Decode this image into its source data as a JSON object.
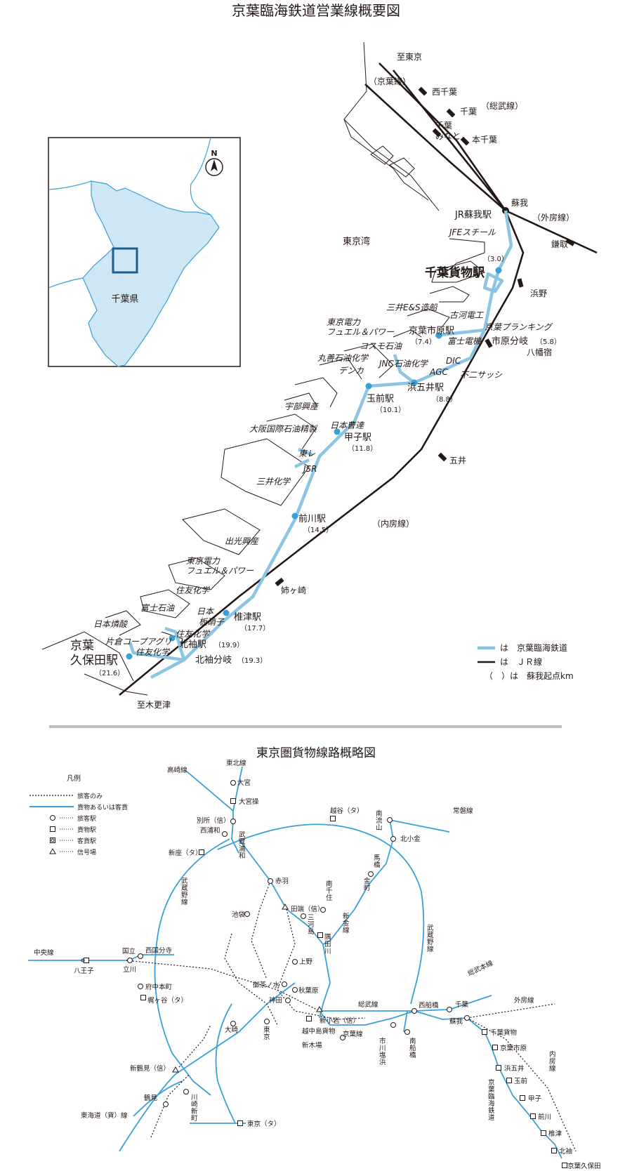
{
  "titles": {
    "top": "京葉臨海鉄道営業線概要図",
    "bottom": "東京圏貨物線路概略図"
  },
  "colors": {
    "keiyo": "#8cc5e3",
    "jr": "#231815",
    "freight": "#3aa0d8",
    "inset_fill": "#cfe6f5",
    "coast": "#3aa0d8"
  },
  "inset": {
    "north": "N",
    "pref": "千葉県"
  },
  "top": {
    "to_tokyo": "至東京",
    "keiyo_line": "（京葉線）",
    "nishichiba": "西千葉",
    "chiba": "千葉",
    "sobu": "（総武線）",
    "chibaminato_1": "千葉",
    "chibaminato_2": "みなと",
    "honchiba": "本千葉",
    "soga": "蘇我",
    "sotobo": "（外房線）",
    "kamatori": "鎌取",
    "jrsoga": "JR蘇我駅",
    "jfe": "JFEスチール",
    "km_soga_cargo": "（3.0）",
    "chiba_cargo": "千葉貨物駅",
    "tokyo_bay": "東京湾",
    "hamano": "浜野",
    "mitsui_es": "三井E&S造船",
    "furukawa": "古河電工",
    "tepco1_1": "東京電力",
    "tepco1_2": "フュエル＆パワー",
    "keiyo_planking": "京葉プランキング",
    "ichiharashi": "京葉市原駅",
    "km_ichihara": "（7.4）",
    "fuji_denki": "富士電機",
    "ichihara_bunki": "市原分岐",
    "km_ichihara_bunki": "（5.8）",
    "yawatajuku": "八幡宿",
    "cosmo": "コスモ石油",
    "maruzen": "丸善石油化学",
    "jnc": "JNC石油化学",
    "dic": "DIC",
    "denka": "デンカ",
    "agc": "AGC",
    "fuji_sash": "不二サッシ",
    "hamagoi": "浜五井駅",
    "km_hamagoi": "（8.8）",
    "tamasaki": "玉前駅",
    "km_tamasaki": "（10.1）",
    "ube": "宇部興産",
    "nippon_soda": "日本曹達",
    "osaka_intl": "大阪国際石油精製",
    "kasshi": "甲子駅",
    "km_kasshi": "（11.8）",
    "toray": "東レ",
    "jsr": "JSR",
    "goi": "五井",
    "mitsui_chem": "三井化学",
    "uchibo": "（内房線）",
    "maekawa": "前川駅",
    "km_maekawa": "（14.5）",
    "idemitsu": "出光興産",
    "tepco2_1": "東京電力",
    "tepco2_2": "フュエル＆パワー",
    "anegasaki": "姉ヶ崎",
    "sumitomo1": "住友化学",
    "fuji_oil": "富士石油",
    "nihon_itagarasu_1": "日本",
    "nihon_itagarasu_2": "板硝子",
    "shiitsu": "椎津駅",
    "km_shiitsu": "（17.7）",
    "nihon_rinsan": "日本燐酸",
    "sumitomo2": "住友化学",
    "katakura": "片倉コープアグリ",
    "kitasode": "北袖駅",
    "km_kitasode": "（19.9）",
    "sumitomo3": "住友化学",
    "keiyo_kubota_1": "京葉",
    "keiyo_kubota_2": "久保田駅",
    "km_kubota": "（21.6）",
    "kitasode_bunki": "北袖分岐",
    "km_kitasode_bunki": "（19.3）",
    "to_kisarazu": "至木更津",
    "legend": {
      "keiyo": "は　京葉臨海鉄道",
      "jr": "は　ＪＲ線",
      "paren": "（　）は　蘇我起点km"
    }
  },
  "bottom": {
    "legend_title": "凡例",
    "leg_passenger": "旅客のみ",
    "leg_freight": "貨物あるいは客貨",
    "leg_pass_sta": "旅客駅",
    "leg_freight_sta": "貨物駅",
    "leg_mixed_sta": "客貨駅",
    "leg_signal": "信号場",
    "takasaki": "高崎線",
    "tohoku": "東北線",
    "omiya": "大宮",
    "omiyasou": "大宮操",
    "koshigaya": "越谷（タ）",
    "joban": "常磐線",
    "beppo": "別所（信）",
    "nishiurawa": "西浦和",
    "musashiurawa": "武\n蔵\n浦\n和",
    "minaminagareyama": "南\n流\n山",
    "kitakogane": "北小金",
    "niiza": "新座（タ）",
    "akabane": "赤羽",
    "mabashi": "馬\n橋",
    "kanamachi": "金\n町",
    "musashino": "武\n蔵\n野\n線",
    "tabata": "田端（信）",
    "minamisenju": "南\n千\n住",
    "ikebukuro": "池袋",
    "mikawashima": "三\n河\n島",
    "sumidagawa": "隅\n田\n川",
    "shinkanesen": "新\n金\n線",
    "musashinosen2": "武\n蔵\n野\n線",
    "sobu_main": "総武本線",
    "chuo": "中央線",
    "hachioji": "八王子",
    "kunitachi": "国立",
    "tachikawa": "立川",
    "nishikokubunji": "西国分寺",
    "ueno": "上野",
    "fuchuhonmachi": "府中本町",
    "ochanomizu": "御茶ノ水",
    "akihabara": "秋葉原",
    "kajigaya": "梶ヶ谷（タ）",
    "kanda": "神田",
    "shinkoiwa": "新小岩（信）",
    "sobusen": "総武線",
    "nishifunabashi": "西船橋",
    "chiba": "千葉",
    "sotobo": "外房線",
    "osaki": "大崎",
    "tokyo": "東\n京",
    "koshinaka": "越中島貨物",
    "shinkiba": "新木場",
    "keiyo": "京葉線",
    "ichikawashiohama": "市\n川\n塩\n浜",
    "minamifunabashi": "南\n船\n橋",
    "soga": "蘇我",
    "chibakamotsu": "千葉貨物",
    "keiyoichihara": "京葉市原",
    "uchibo": "内\n房\n線",
    "hamagoi": "浜五井",
    "tamasaki": "玉前",
    "shintsurumi": "新鶴見（信）",
    "keiyorinkai": "京\n葉\n臨\n海\n鉄\n道",
    "kasshi": "甲子",
    "tsurumi": "鶴見",
    "kawasakishinmachi": "川\n崎\n新\n町",
    "tokyota": "東京（タ）",
    "maekawa": "前川",
    "tokaido": "東海道（貨）線",
    "shiitsu": "椎津",
    "kitasode": "北袖",
    "keiyokubota": "京葉久保田"
  }
}
